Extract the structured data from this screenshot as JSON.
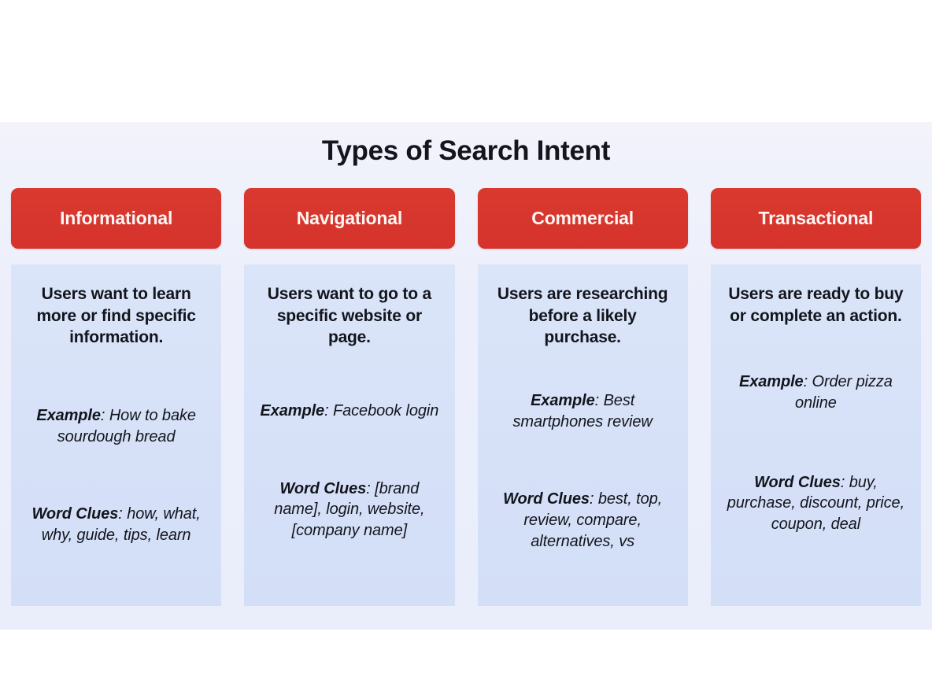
{
  "title": "Types of Search Intent",
  "colors": {
    "chip_red": "#d8372f",
    "card_blue": "#d7e2f8",
    "band_lavender": "#eceffb",
    "text_dark": "#13151c",
    "chip_text": "#fdf6f4"
  },
  "labels": {
    "example_lead": "Example",
    "clues_lead": "Word Clues",
    "separator": ": "
  },
  "columns": [
    {
      "chip": "Informational",
      "description": "Users want to learn more or find specific information.",
      "example": "How to bake sourdough bread",
      "word_clues": "how, what, why, guide, tips, learn"
    },
    {
      "chip": "Navigational",
      "description": "Users want to go to a specific website or page.",
      "example": "Facebook login",
      "word_clues": "[brand name], login, website, [company name]"
    },
    {
      "chip": "Commercial",
      "description": "Users are researching before a likely purchase.",
      "example": "Best smartphones review",
      "word_clues": "best, top, review, compare, alternatives, vs"
    },
    {
      "chip": "Transactional",
      "description": "Users are ready to buy or complete an action.",
      "example": "Order pizza online",
      "word_clues": "buy, purchase, discount, price, coupon, deal"
    }
  ]
}
